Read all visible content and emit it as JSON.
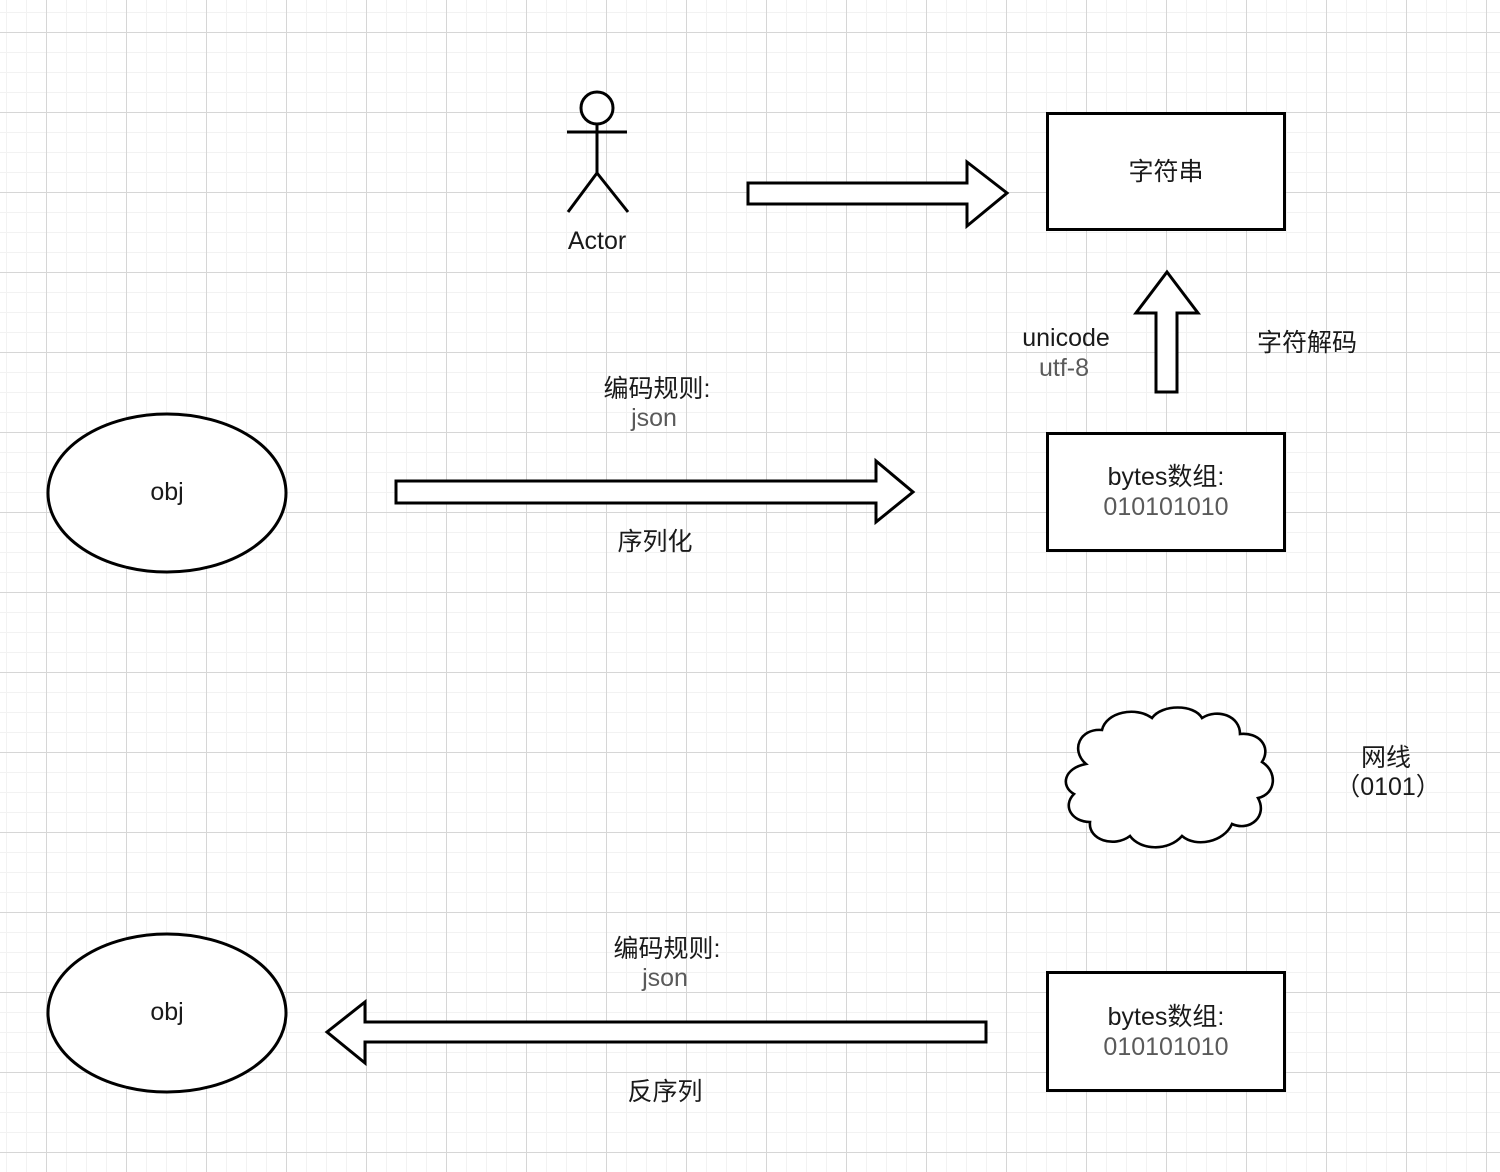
{
  "top_flow": {
    "actor_label": "Actor",
    "string_box_label": "字符串"
  },
  "decode_flow": {
    "encoding_line1": "unicode",
    "encoding_line2": "utf-8",
    "label": "字符解码"
  },
  "serialize_flow": {
    "obj_label": "obj",
    "rule_label": "编码规则:",
    "rule_value": "json",
    "action_label": "序列化",
    "bytes_title": "bytes数组:",
    "bytes_value": "010101010"
  },
  "network": {
    "label": "网线",
    "value": "（0101）"
  },
  "deserialize_flow": {
    "obj_label": "obj",
    "rule_label": "编码规则:",
    "rule_value": "json",
    "action_label": "反序列",
    "bytes_title": "bytes数组:",
    "bytes_value": "010101010"
  },
  "colors": {
    "stroke": "#000000",
    "primary_text": "#1a1a1a",
    "secondary_text": "#5a5a5a",
    "grid_major": "#d6d6d6",
    "grid_minor": "#f2f2f2"
  }
}
